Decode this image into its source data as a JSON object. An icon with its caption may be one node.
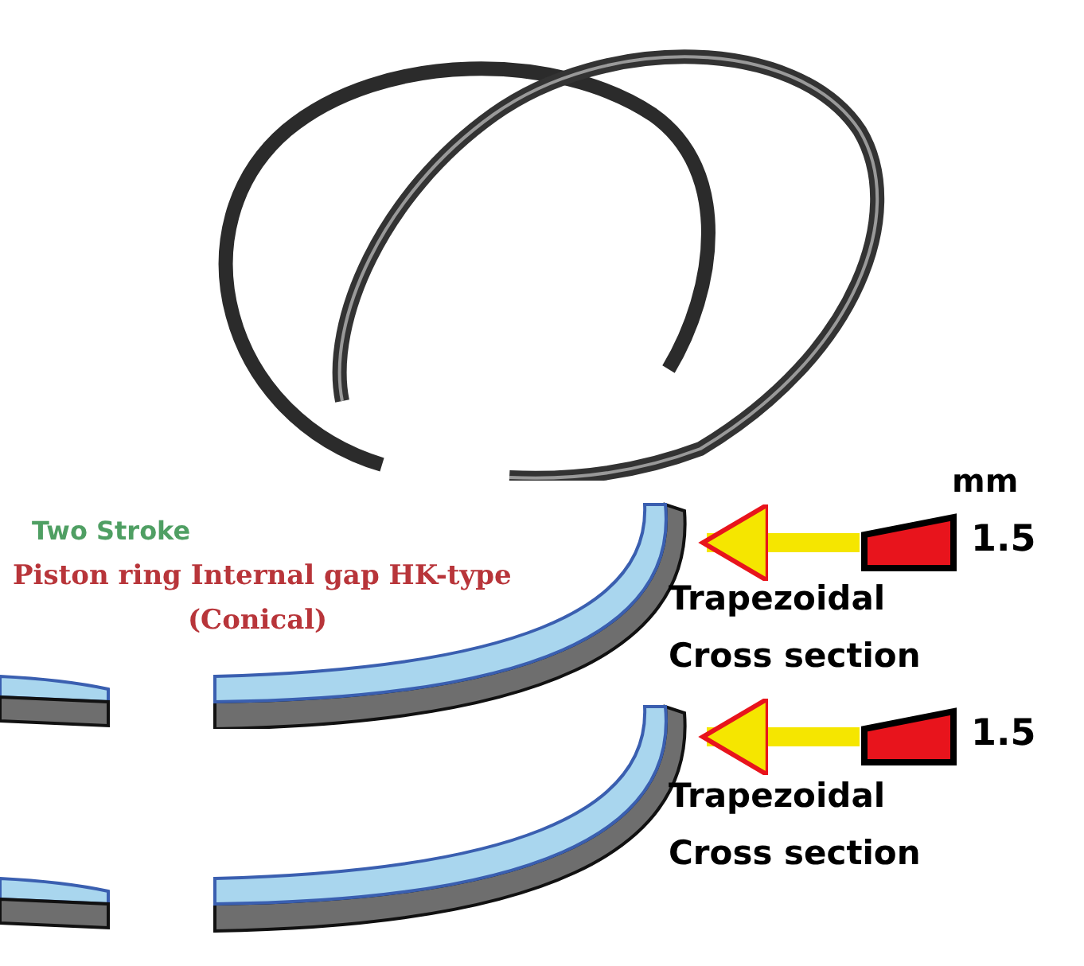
{
  "diagram": {
    "nodes": [
      {
        "text": [],
        "shape": "picture"
      },
      {
        "text": [],
        "shape": "picture"
      },
      {
        "text": [],
        "shape": "trapezoid",
        "beside": [
          "1.5"
        ]
      },
      {
        "text": [],
        "shape": "picture"
      },
      {
        "text": [],
        "shape": "trapezoid",
        "beside": [
          "1.5"
        ]
      }
    ],
    "edges": [
      {
        "from": 2,
        "to": 1,
        "arrow": "to"
      },
      {
        "from": 4,
        "to": 3,
        "arrow": "to"
      }
    ],
    "labels": [
      "mm",
      "Two Stroke",
      "Piston ring Internal gap HK-type",
      "(Conical)",
      "Trapezoidal",
      "Cross section",
      "Trapezoidal",
      "Cross section"
    ]
  }
}
